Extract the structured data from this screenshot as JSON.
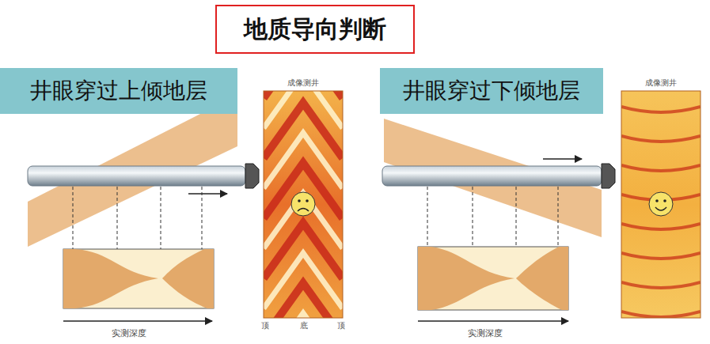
{
  "diagram": {
    "title": "地质导向判断",
    "nodes": [
      {
        "text": [
          "井眼穿过上倾地层"
        ]
      },
      {
        "text": [
          "成像测井"
        ]
      },
      {
        "text": [
          "井眼穿过下倾地层"
        ]
      },
      {
        "text": [
          "成像测井"
        ]
      }
    ],
    "labels": [
      "实测深度",
      "实测深度",
      "顶",
      "底",
      "顶"
    ]
  }
}
